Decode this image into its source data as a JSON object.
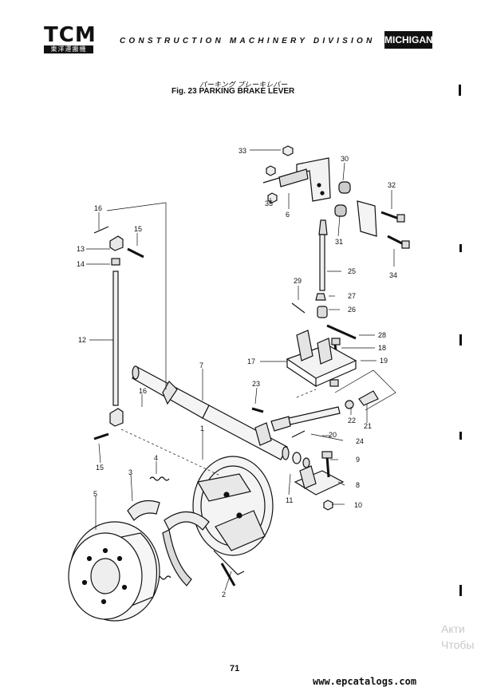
{
  "header": {
    "logo_text": "TCM",
    "logo_subtext": "東洋運搬機",
    "division": "CONSTRUCTION MACHINERY DIVISION",
    "brand": "MICHIGAN"
  },
  "figure": {
    "title_jp": "パーキング ブレーキレバー",
    "title": "Fig. 23  PARKING BRAKE LEVER"
  },
  "callouts": [
    "33",
    "30",
    "32",
    "35",
    "6",
    "31",
    "34",
    "16",
    "15",
    "13",
    "14",
    "25",
    "29",
    "27",
    "26",
    "28",
    "18",
    "17",
    "19",
    "12",
    "7",
    "23",
    "16",
    "22",
    "21",
    "20",
    "24",
    "15",
    "1",
    "9",
    "4",
    "3",
    "8",
    "5",
    "11",
    "10",
    "2"
  ],
  "footer": {
    "page_number": "71",
    "url": "www.epcatalogs.com"
  },
  "watermark": {
    "line1": "Акти",
    "line2": "Чтобы"
  }
}
